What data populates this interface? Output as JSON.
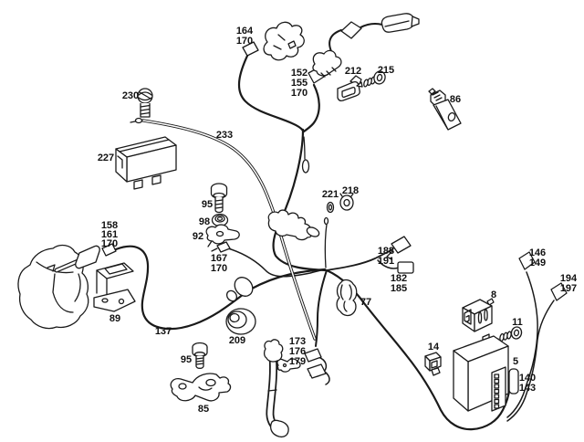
{
  "colors": {
    "line": "#1a1a1a",
    "background": "#ffffff",
    "text": "#111111"
  },
  "labels": {
    "p164_170": [
      "164",
      "170"
    ],
    "p152_155_170": [
      "152",
      "155",
      "170"
    ],
    "p212": [
      "212"
    ],
    "p215": [
      "215"
    ],
    "p86": [
      "86"
    ],
    "p230": [
      "230"
    ],
    "p233": [
      "233"
    ],
    "p227": [
      "227"
    ],
    "p95_upper": [
      "95"
    ],
    "p98": [
      "98"
    ],
    "p92": [
      "92"
    ],
    "p167_170": [
      "167",
      "170"
    ],
    "p221": [
      "221"
    ],
    "p218": [
      "218"
    ],
    "p158_161_170": [
      "158",
      "161",
      "170"
    ],
    "p89": [
      "89"
    ],
    "p137": [
      "137"
    ],
    "p209": [
      "209"
    ],
    "p95_lower": [
      "95"
    ],
    "p85": [
      "85"
    ],
    "p173_176_179": [
      "173",
      "176",
      "179"
    ],
    "p77": [
      "77"
    ],
    "p188_191": [
      "188",
      "191"
    ],
    "p182_185": [
      "182",
      "185"
    ],
    "p8": [
      "8"
    ],
    "p11": [
      "11"
    ],
    "p146_149": [
      "146",
      "149"
    ],
    "p194_197": [
      "194",
      "197"
    ],
    "p5": [
      "5"
    ],
    "p140_143": [
      "140",
      "143"
    ],
    "p14": [
      "14"
    ]
  }
}
